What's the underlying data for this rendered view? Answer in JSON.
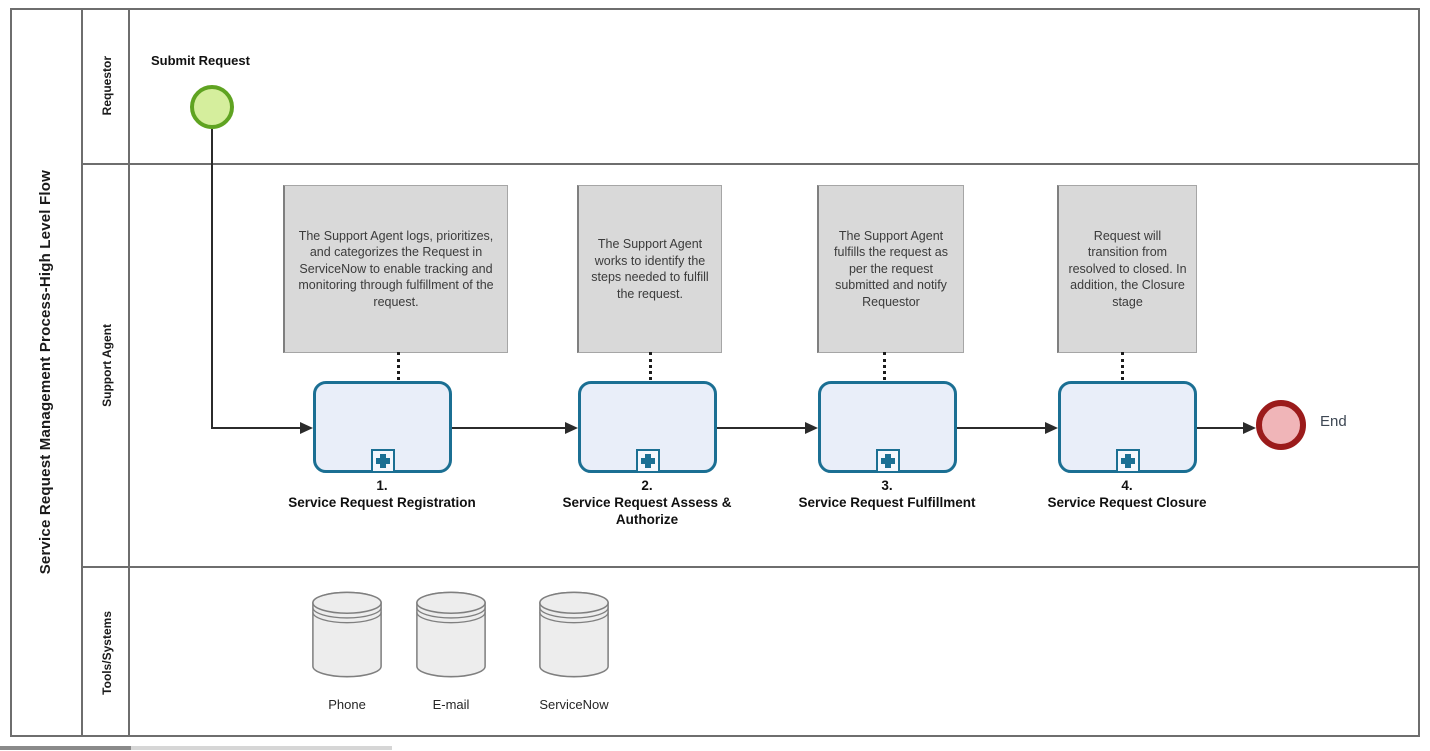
{
  "pool": {
    "title": "Service Request Management Process-High Level Flow"
  },
  "lanes": [
    {
      "label": "Requestor"
    },
    {
      "label": "Support Agent"
    },
    {
      "label": "Tools/Systems"
    }
  ],
  "events": {
    "start": {
      "label": "Submit Request"
    },
    "end": {
      "label": "End"
    }
  },
  "tasks": [
    {
      "number": "1.",
      "name": "Service Request Registration"
    },
    {
      "number": "2.",
      "name": "Service Request Assess & Authorize"
    },
    {
      "number": "3.",
      "name": "Service Request Fulfillment"
    },
    {
      "number": "4.",
      "name": "Service Request Closure"
    }
  ],
  "annotations": [
    {
      "text": "The Support Agent logs, prioritizes, and categorizes the Request in ServiceNow to enable tracking and monitoring through fulfillment of the request."
    },
    {
      "text": "The Support Agent works to identify the steps needed to fulfill the request."
    },
    {
      "text": "The Support Agent fulfills the request as per the request submitted and notify Requestor"
    },
    {
      "text": "Request will transition from resolved to closed. In addition, the Closure stage"
    }
  ],
  "datastores": [
    {
      "label": "Phone"
    },
    {
      "label": "E-mail"
    },
    {
      "label": "ServiceNow"
    }
  ],
  "colors": {
    "start_event_fill": "#d5ee9d",
    "start_event_border": "#5fa321",
    "end_event_fill": "#f0b5b8",
    "end_event_border": "#9b1b1b",
    "task_fill": "#e9eef9",
    "task_border": "#1b6f93",
    "annotation_fill": "#d9d9d9",
    "lane_border": "#6e6e6e",
    "flow_line": "#2b2b2b"
  }
}
